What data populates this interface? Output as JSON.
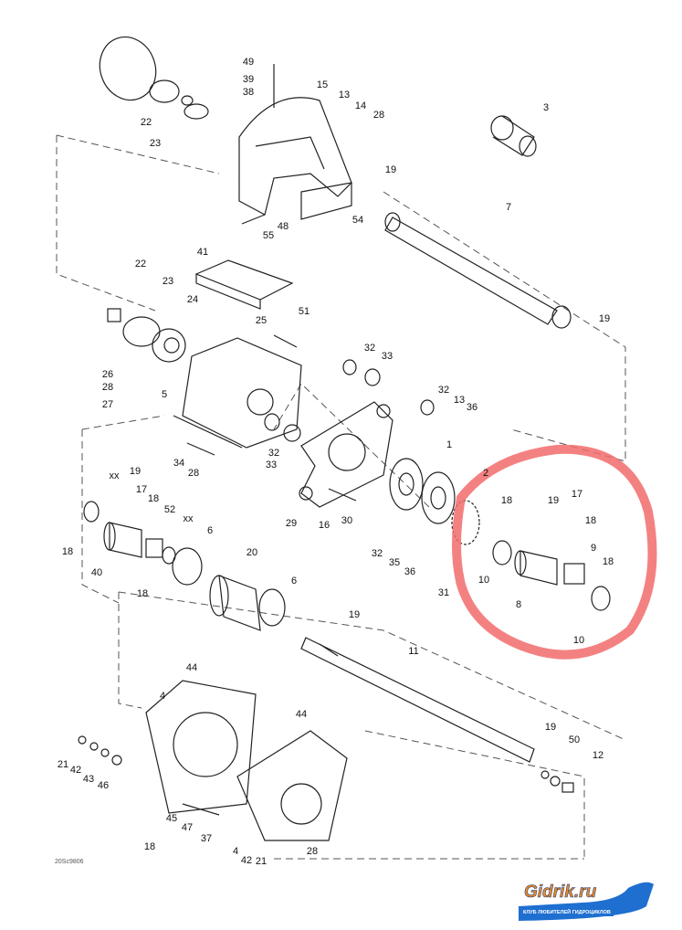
{
  "diagram": {
    "drawing_code": "20Sc9806",
    "colors": {
      "line": "#222222",
      "highlight": "#f26b6b",
      "logo_orange": "#f08a24",
      "logo_blue": "#1e6fd0"
    },
    "logo": {
      "title": "Gidrik.ru",
      "subtitle": "КЛУБ ЛЮБИТЕЛЕЙ ГИДРОЦИКЛОВ"
    },
    "callouts": [
      "49",
      "39",
      "38",
      "15",
      "13",
      "14",
      "28",
      "3",
      "22",
      "23",
      "19",
      "7",
      "55",
      "48",
      "54",
      "41",
      "22",
      "23",
      "24",
      "51",
      "25",
      "19",
      "32",
      "33",
      "26",
      "28",
      "5",
      "27",
      "32",
      "13",
      "36",
      "1",
      "32",
      "33",
      "34",
      "28",
      "xx",
      "19",
      "17",
      "18",
      "52",
      "xx",
      "6",
      "2",
      "18",
      "19",
      "17",
      "18",
      "9",
      "18",
      "29",
      "16",
      "30",
      "32",
      "35",
      "36",
      "10",
      "8",
      "10",
      "31",
      "18",
      "40",
      "18",
      "20",
      "6",
      "19",
      "11",
      "44",
      "4",
      "44",
      "21",
      "42",
      "43",
      "46",
      "19",
      "50",
      "12",
      "45",
      "47",
      "37",
      "18",
      "4",
      "42",
      "21",
      "28"
    ]
  }
}
